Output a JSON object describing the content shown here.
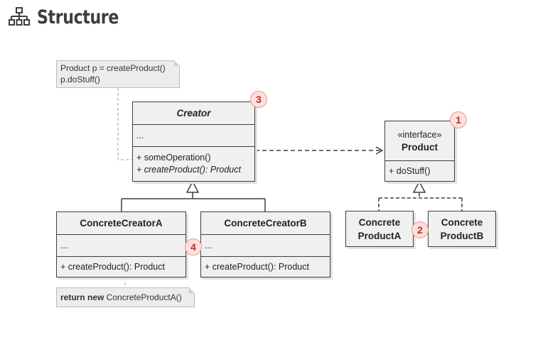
{
  "header": {
    "title": "Structure",
    "icon": "hierarchy-icon"
  },
  "notes": {
    "creator_note": {
      "line1": "Product p = createProduct()",
      "line2": "p.doStuff()"
    },
    "concrete_note": {
      "keyword": "return new",
      "rest": " ConcreteProductA()"
    }
  },
  "creator": {
    "name": "Creator",
    "fields": "...",
    "method1": "+ someOperation()",
    "method2": "+ createProduct(): Product"
  },
  "product": {
    "stereotype": "«interface»",
    "name": "Product",
    "method1": "+ doStuff()"
  },
  "concrete_creator_a": {
    "name": "ConcreteCreatorA",
    "fields": "...",
    "method1": "+ createProduct(): Product"
  },
  "concrete_creator_b": {
    "name": "ConcreteCreatorB",
    "fields": "...",
    "method1": "+ createProduct(): Product"
  },
  "concrete_product_a": {
    "line1": "Concrete",
    "line2": "ProductA"
  },
  "concrete_product_b": {
    "line1": "Concrete",
    "line2": "ProductB"
  },
  "badges": {
    "b1": "1",
    "b2": "2",
    "b3": "3",
    "b4": "4"
  },
  "colors": {
    "border": "#3f3f3f",
    "box_fill": "#f0f0f0",
    "badge_fill": "#fbe0dc",
    "badge_text": "#c62828"
  }
}
